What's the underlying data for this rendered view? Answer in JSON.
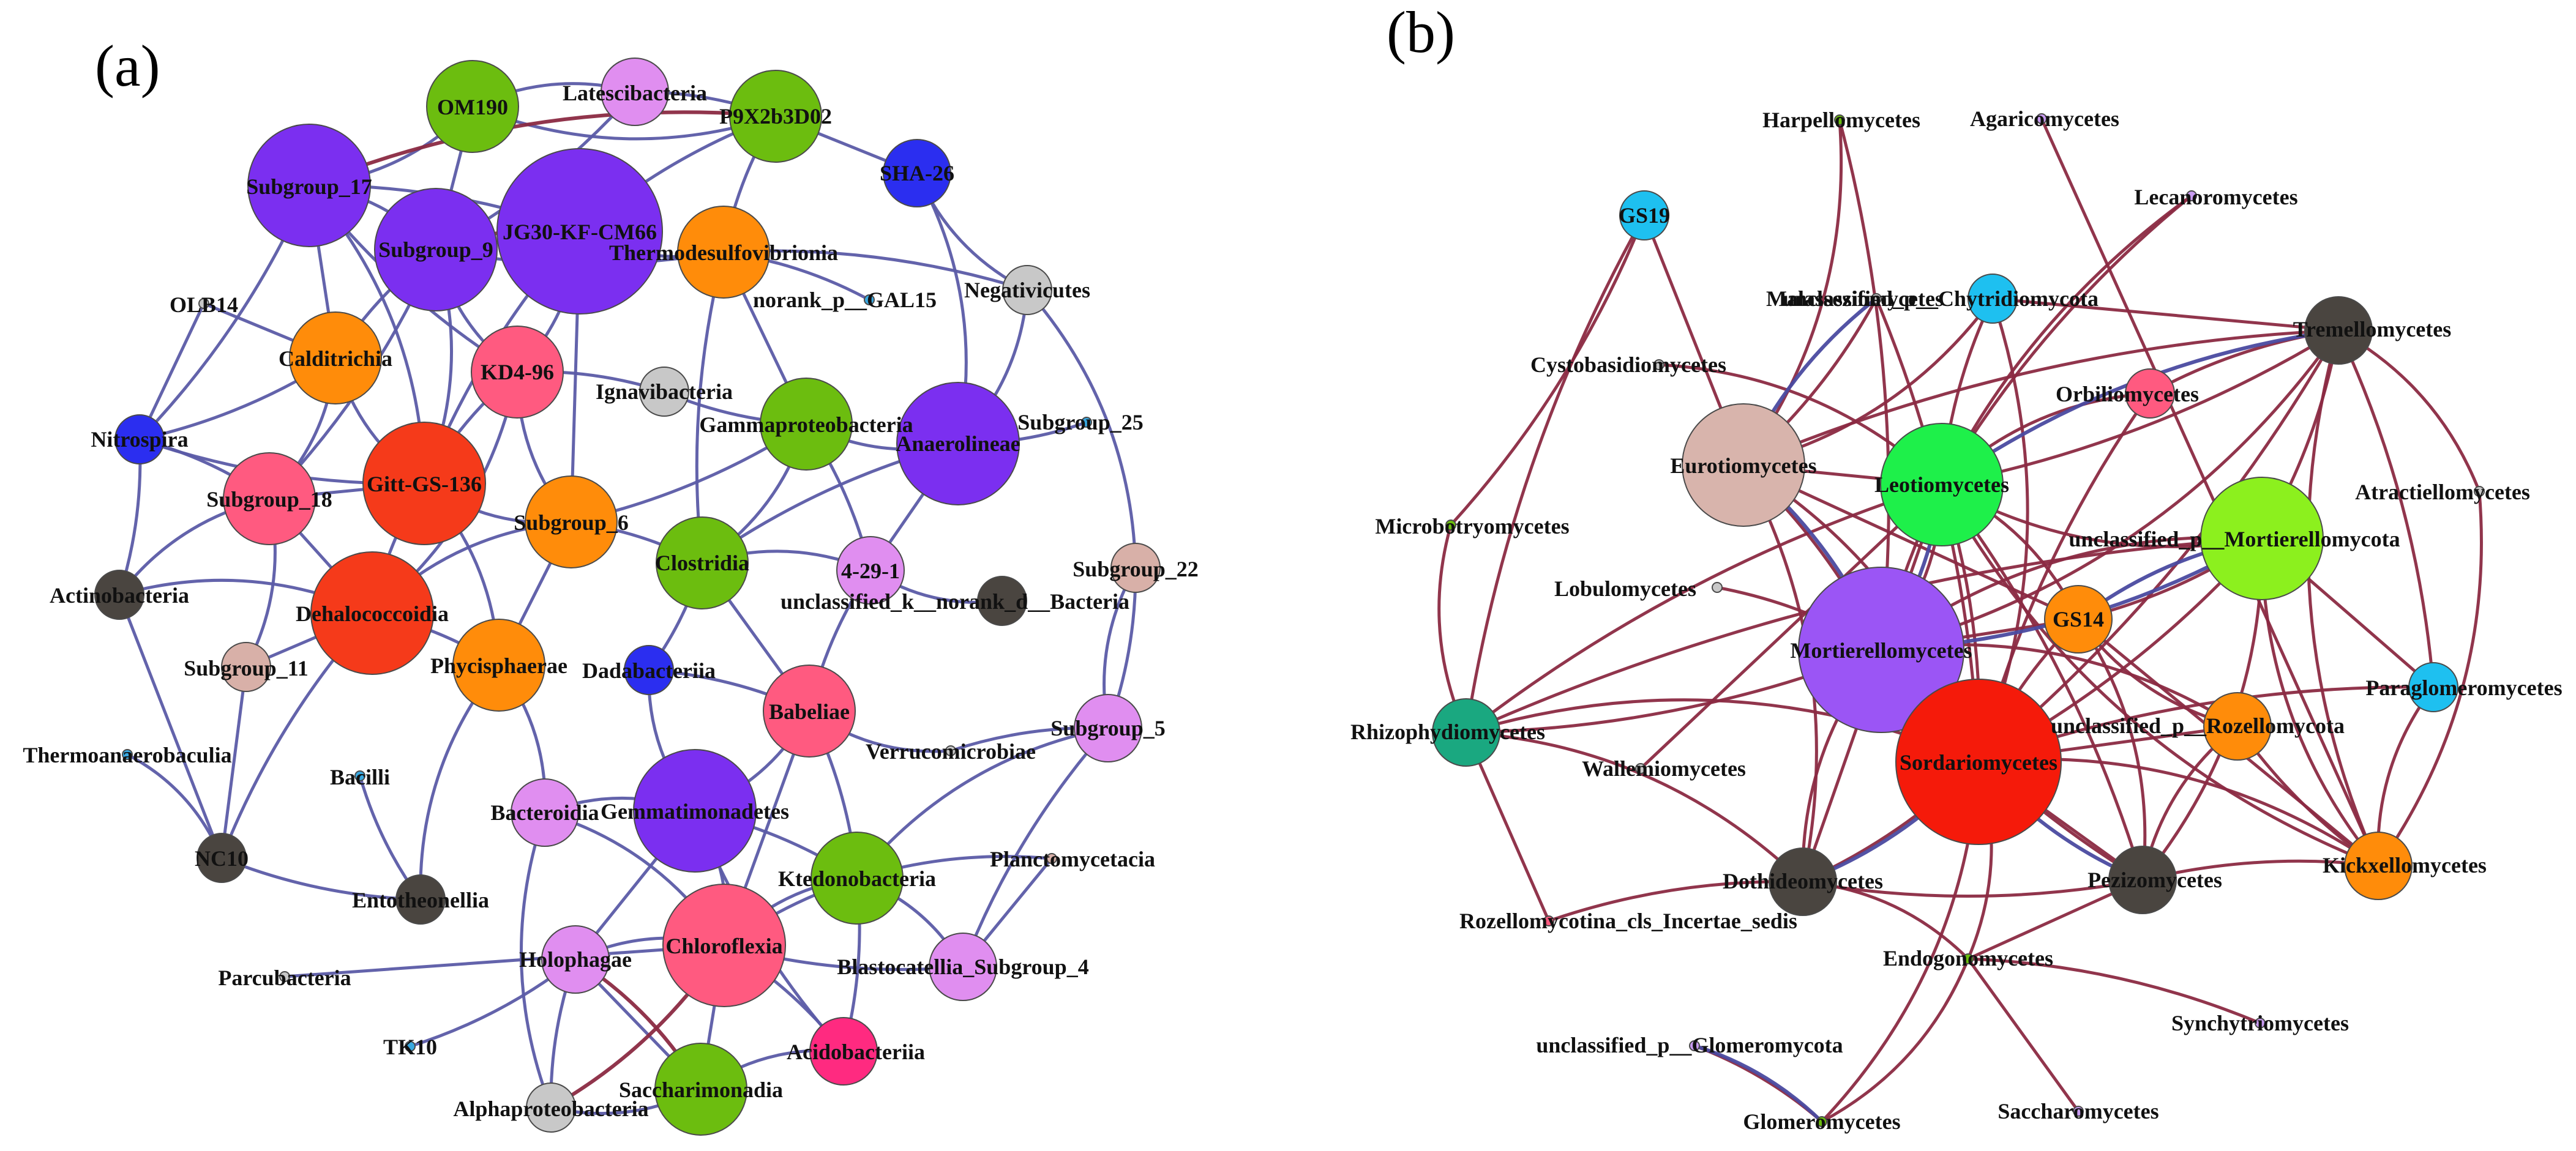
{
  "colors": {
    "edge_positive_a": "#5b5ba6",
    "edge_negative": "#8b2a42",
    "edge_positive_b": "#4a4aa0"
  },
  "panel_a": {
    "label": "(a)",
    "nodes": [
      {
        "id": "OM190",
        "label": "OM190",
        "color": "#6cbd0f",
        "size": "large"
      },
      {
        "id": "Latescibacteria",
        "label": "Latescibacteria",
        "color": "#e08ef0",
        "size": "medium"
      },
      {
        "id": "P9X2b3D02",
        "label": "P9X2b3D02",
        "color": "#6cbd0f",
        "size": "large"
      },
      {
        "id": "SHA-26",
        "label": "SHA-26",
        "color": "#2b2ef0",
        "size": "medium"
      },
      {
        "id": "Subgroup_17",
        "label": "Subgroup_17",
        "color": "#7b2ff0",
        "size": "xlarge"
      },
      {
        "id": "Subgroup_9",
        "label": "Subgroup_9",
        "color": "#7b2ff0",
        "size": "xlarge"
      },
      {
        "id": "JG30-KF-CM66",
        "label": "JG30-KF-CM66",
        "color": "#7b2ff0",
        "size": "xxlarge"
      },
      {
        "id": "Thermodesulfovibrionia",
        "label": "Thermodesulfovibrionia",
        "color": "#ff8c0a",
        "size": "large"
      },
      {
        "id": "Negativicutes",
        "label": "Negativicutes",
        "color": "#c8c8c8",
        "size": "small"
      },
      {
        "id": "norank_p__GAL15",
        "label": "norank_p__GAL15",
        "color": "#39a8e0",
        "size": "tiny"
      },
      {
        "id": "OLB14",
        "label": "OLB14",
        "color": "#c8c8c8",
        "size": "tiny"
      },
      {
        "id": "Calditrichia",
        "label": "Calditrichia",
        "color": "#ff8c0a",
        "size": "large"
      },
      {
        "id": "KD4-96",
        "label": "KD4-96",
        "color": "#ff5a80",
        "size": "large"
      },
      {
        "id": "Ignavibacteria",
        "label": "Ignavibacteria",
        "color": "#c8c8c8",
        "size": "small"
      },
      {
        "id": "Gammaproteobacteria",
        "label": "Gammaproteobacteria",
        "color": "#6cbd0f",
        "size": "large"
      },
      {
        "id": "Anaerolineae",
        "label": "Anaerolineae",
        "color": "#7b2ff0",
        "size": "xlarge"
      },
      {
        "id": "Subgroup_25",
        "label": "Subgroup_25",
        "color": "#39a8e0",
        "size": "tiny"
      },
      {
        "id": "Nitrospira",
        "label": "Nitrospira",
        "color": "#2b2ef0",
        "size": "small"
      },
      {
        "id": "Subgroup_18",
        "label": "Subgroup_18",
        "color": "#ff5a80",
        "size": "large"
      },
      {
        "id": "Gitt-GS-136",
        "label": "Gitt-GS-136",
        "color": "#f53a1a",
        "size": "xlarge"
      },
      {
        "id": "Subgroup_6",
        "label": "Subgroup_6",
        "color": "#ff8c0a",
        "size": "large"
      },
      {
        "id": "Clostridia",
        "label": "Clostridia",
        "color": "#6cbd0f",
        "size": "large"
      },
      {
        "id": "4-29-1",
        "label": "4-29-1",
        "color": "#e08ef0",
        "size": "medium"
      },
      {
        "id": "Subgroup_22",
        "label": "Subgroup_22",
        "color": "#d8b0a8",
        "size": "small"
      },
      {
        "id": "norank_d__Bacteria",
        "label": "unclassified_k__norank_d__Bacteria",
        "color": "#4a4540",
        "size": "small"
      },
      {
        "id": "Actinobacteria",
        "label": "Actinobacteria",
        "color": "#4a4540",
        "size": "small"
      },
      {
        "id": "Dehalococcoidia",
        "label": "Dehalococcoidia",
        "color": "#f53a1a",
        "size": "xlarge"
      },
      {
        "id": "Subgroup_11",
        "label": "Subgroup_11",
        "color": "#d8b0a8",
        "size": "small"
      },
      {
        "id": "Phycisphaerae",
        "label": "Phycisphaerae",
        "color": "#ff8c0a",
        "size": "large"
      },
      {
        "id": "Dadabacteriia",
        "label": "Dadabacteriia",
        "color": "#2b2ef0",
        "size": "small"
      },
      {
        "id": "Babeliae",
        "label": "Babeliae",
        "color": "#ff5a80",
        "size": "large"
      },
      {
        "id": "Subgroup_5",
        "label": "Subgroup_5",
        "color": "#e08ef0",
        "size": "medium"
      },
      {
        "id": "Thermoanaerobaculia",
        "label": "Thermoanaerobaculia",
        "color": "#39a8e0",
        "size": "tiny"
      },
      {
        "id": "Bacilli",
        "label": "Bacilli",
        "color": "#39a8e0",
        "size": "tiny"
      },
      {
        "id": "Verrucomicrobiae",
        "label": "Verrucomicrobiae",
        "color": "#c8c8c8",
        "size": "tiny"
      },
      {
        "id": "Bacteroidia",
        "label": "Bacteroidia",
        "color": "#e08ef0",
        "size": "medium"
      },
      {
        "id": "Gemmatimonadetes",
        "label": "Gemmatimonadetes",
        "color": "#7b2ff0",
        "size": "xlarge"
      },
      {
        "id": "NC10",
        "label": "NC10",
        "color": "#4a4540",
        "size": "small"
      },
      {
        "id": "Entotheonellia",
        "label": "Entotheonellia",
        "color": "#4a4540",
        "size": "small"
      },
      {
        "id": "Ktedonobacteria",
        "label": "Ktedonobacteria",
        "color": "#6cbd0f",
        "size": "large"
      },
      {
        "id": "Planctomycetacia",
        "label": "Planctomycetacia",
        "color": "#d8b0a8",
        "size": "tiny"
      },
      {
        "id": "Holophagae",
        "label": "Holophagae",
        "color": "#e08ef0",
        "size": "medium"
      },
      {
        "id": "Chloroflexia",
        "label": "Chloroflexia",
        "color": "#ff5a80",
        "size": "xlarge"
      },
      {
        "id": "Blastocatellia_Subgroup_4",
        "label": "Blastocatellia_Subgroup_4",
        "color": "#e08ef0",
        "size": "medium"
      },
      {
        "id": "Parcubacteria",
        "label": "Parcubacteria",
        "color": "#c8c8c8",
        "size": "tiny"
      },
      {
        "id": "TK10",
        "label": "TK10",
        "color": "#39a8e0",
        "size": "tiny"
      },
      {
        "id": "Acidobacteriia",
        "label": "Acidobacteriia",
        "color": "#ff2a80",
        "size": "medium"
      },
      {
        "id": "Alphaproteobacteria",
        "label": "Alphaproteobacteria",
        "color": "#c8c8c8",
        "size": "small"
      },
      {
        "id": "Saccharimonadia",
        "label": "Saccharimonadia",
        "color": "#6cbd0f",
        "size": "large"
      }
    ]
  },
  "panel_b": {
    "label": "(b)",
    "nodes": [
      {
        "id": "Harpellomycetes",
        "label": "Harpellomycetes",
        "color": "#6cbd0f",
        "size": "tiny"
      },
      {
        "id": "Agaricomycetes",
        "label": "Agaricomycetes",
        "color": "#c89bf0",
        "size": "tiny"
      },
      {
        "id": "GS19",
        "label": "GS19",
        "color": "#1ec0f0",
        "size": "small"
      },
      {
        "id": "Lecanoromycetes",
        "label": "Lecanoromycetes",
        "color": "#c89bf0",
        "size": "tiny"
      },
      {
        "id": "Malasseziomycetes",
        "label": "Malasseziomycetes",
        "color": "#c8c8c8",
        "size": "tiny"
      },
      {
        "id": "unclassified_p__Chytridiomycota",
        "label": "unclassified_p__Chytridiomycota",
        "color": "#1ec0f0",
        "size": "small"
      },
      {
        "id": "Tremellomycetes",
        "label": "Tremellomycetes",
        "color": "#4a4540",
        "size": "medium"
      },
      {
        "id": "Cystobasidiomycetes",
        "label": "Cystobasidiomycetes",
        "color": "#c8c8c8",
        "size": "tiny"
      },
      {
        "id": "Orbiliomycetes",
        "label": "Orbiliomycetes",
        "color": "#ff5a80",
        "size": "small"
      },
      {
        "id": "Eurotiomycetes",
        "label": "Eurotiomycetes",
        "color": "#d8b4ac",
        "size": "xlarge"
      },
      {
        "id": "Leotiomycetes",
        "label": "Leotiomycetes",
        "color": "#1ef04a",
        "size": "xlarge"
      },
      {
        "id": "Atractiellomycetes",
        "label": "Atractiellomycetes",
        "color": "#c8c8c8",
        "size": "tiny"
      },
      {
        "id": "unclassified_p__Mortierellomycota",
        "label": "unclassified_p__Mortierellomycota",
        "color": "#8cf01e",
        "size": "xlarge"
      },
      {
        "id": "Microbotryomycetes",
        "label": "Microbotryomycetes",
        "color": "#6cbd0f",
        "size": "tiny"
      },
      {
        "id": "Lobulomycetes",
        "label": "Lobulomycetes",
        "color": "#c8c8c8",
        "size": "tiny"
      },
      {
        "id": "GS14",
        "label": "GS14",
        "color": "#ff8c0a",
        "size": "medium"
      },
      {
        "id": "Mortierellomycetes",
        "label": "Mortierellomycetes",
        "color": "#9b55f5",
        "size": "xxlarge"
      },
      {
        "id": "Paraglomeromycetes",
        "label": "Paraglomeromycetes",
        "color": "#1ec0f0",
        "size": "small"
      },
      {
        "id": "Rhizophydiomycetes",
        "label": "Rhizophydiomycetes",
        "color": "#1aa880",
        "size": "medium"
      },
      {
        "id": "unclassified_p__Rozellomycota",
        "label": "unclassified_p__Rozellomycota",
        "color": "#ff8c0a",
        "size": "medium"
      },
      {
        "id": "Wallemiomycetes",
        "label": "Wallemiomycetes",
        "color": "#c8c8c8",
        "size": "tiny"
      },
      {
        "id": "Sordariomycetes",
        "label": "Sordariomycetes",
        "color": "#f51a0a",
        "size": "xxlarge"
      },
      {
        "id": "Dothideomycetes",
        "label": "Dothideomycetes",
        "color": "#4a4540",
        "size": "medium"
      },
      {
        "id": "Pezizomycetes",
        "label": "Pezizomycetes",
        "color": "#4a4540",
        "size": "medium"
      },
      {
        "id": "Kickxellomycetes",
        "label": "Kickxellomycetes",
        "color": "#ff8c0a",
        "size": "medium"
      },
      {
        "id": "Rozellomycotina_cls_Incertae_sedis",
        "label": "Rozellomycotina_cls_Incertae_sedis",
        "color": "#ff5a80",
        "size": "tiny"
      },
      {
        "id": "Endogonomycetes",
        "label": "Endogonomycetes",
        "color": "#6cbd0f",
        "size": "tiny"
      },
      {
        "id": "Synchytriomycetes",
        "label": "Synchytriomycetes",
        "color": "#c89bf0",
        "size": "tiny"
      },
      {
        "id": "unclassified_p__Glomeromycota",
        "label": "unclassified_p__Glomeromycota",
        "color": "#c89bf0",
        "size": "tiny"
      },
      {
        "id": "Saccharomycetes",
        "label": "Saccharomycetes",
        "color": "#c89bf0",
        "size": "tiny"
      },
      {
        "id": "Glomeromycetes",
        "label": "Glomeromycetes",
        "color": "#6cbd0f",
        "size": "tiny"
      }
    ]
  }
}
